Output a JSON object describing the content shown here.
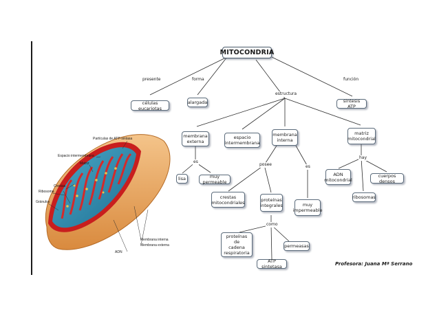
{
  "title": "MITOCONDRIA",
  "nodes": {
    "celulas": "células eucariotas",
    "alargada": "alargada",
    "sintesis": "síntesis ATP",
    "membrana_externa": "membrana\nexterna",
    "espacio": "espacio\nintermembrana",
    "membrana_interna": "membrana\ninterna",
    "matriz": "matriz\nmitocondrial",
    "lisa": "lisa",
    "muy_permeable": "muy permeable",
    "crestas": "crestas\nmitocondriales",
    "proteinas_integrales": "proteínas\nintegrales",
    "muy_impermeable": "muy\nimpermeable",
    "adn_mito": "ADN\nmitocondrial",
    "ribosomas": "ribosomas",
    "cuerpos_densos": "cuerpos densos",
    "proteinas_cadena": "proteínas de\ncadena\nrespiratoria",
    "permeasas": "permeasas",
    "atp_sintetasa": "ATP sintetasa"
  },
  "links": {
    "presente": "presente",
    "forma": "forma",
    "funcion": "función",
    "estructura": "estructura",
    "es1": "es",
    "posee": "posee",
    "es2": "es",
    "hay": "hay",
    "como": "como"
  },
  "credit": "Profesora: Juana Mª Serrano",
  "illustration_labels": {
    "particulas": "Partículas de ATP-sintasa",
    "espacio": "Espacio intermembrana",
    "matriz": "Matriz",
    "crestas": "Crestas",
    "ribosoma": "Ribosoma",
    "granulos": "Gránulos",
    "adn": "ADN",
    "membrana_interna": "Membrana interna",
    "membrana_externa": "Membrana externa"
  },
  "colors": {
    "outer_membrane": "#e7a45c",
    "inner_membrane": "#c81e1e",
    "matrix": "#2f8fb0",
    "box_border": "#5a6a7a"
  }
}
